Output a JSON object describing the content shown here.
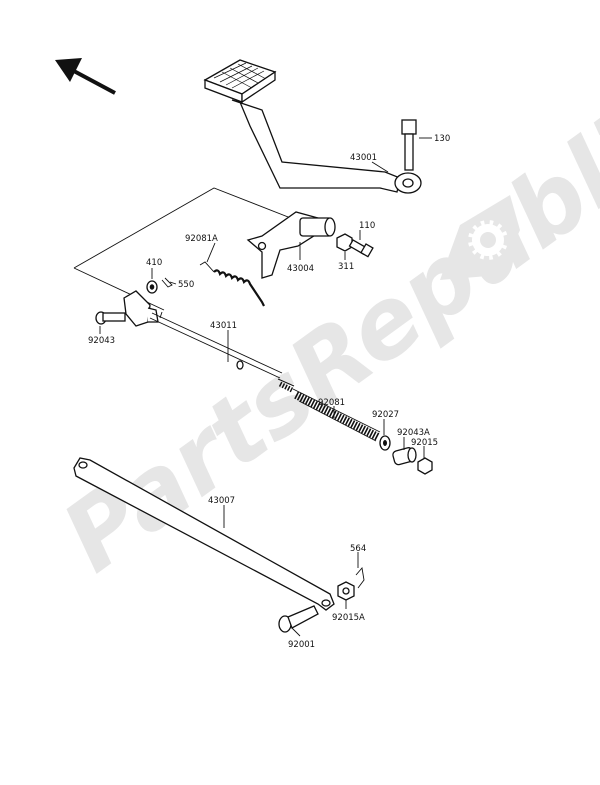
{
  "watermark": {
    "text": "PartsRepublik"
  },
  "labels": {
    "l130": "130",
    "l43001": "43001",
    "l110": "110",
    "l92081a": "92081A",
    "l43004": "43004",
    "l311": "311",
    "l410": "410",
    "l550": "550",
    "l92043": "92043",
    "l43011": "43011",
    "l92081": "92081",
    "l92027": "92027",
    "l92043a": "92043A",
    "l92015": "92015",
    "l43007": "43007",
    "l564": "564",
    "l92015a": "92015A",
    "l92001": "92001"
  },
  "colors": {
    "ink": "#111111",
    "watermark": "#e6e6e6",
    "background": "#ffffff"
  },
  "icons": {
    "direction": "arrow-up-left-icon",
    "brand": "gear-logo-icon"
  }
}
